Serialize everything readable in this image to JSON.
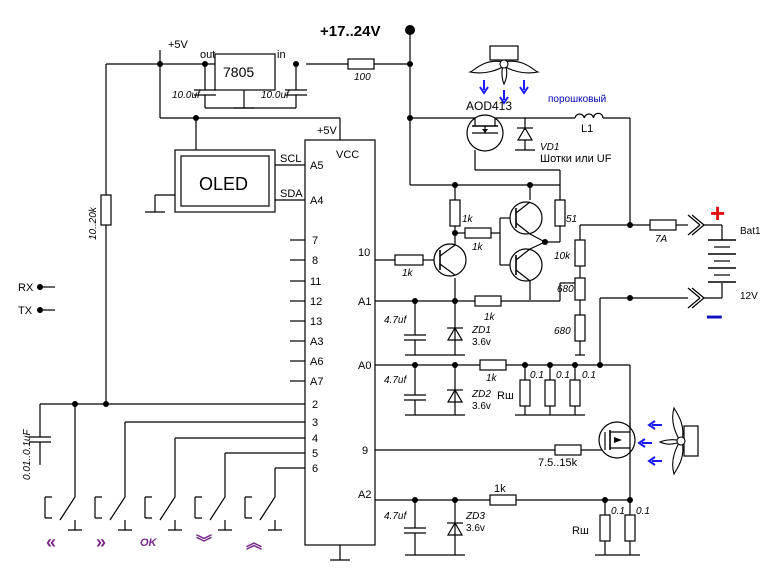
{
  "labels": {
    "supply": "+17..24V",
    "plus5_top": "+5V",
    "plus5_mcu": "+5V",
    "out": "out",
    "in": "in",
    "reg": "7805",
    "c_out": "10.0uf",
    "c_in": "10.0uf",
    "r_in": "100",
    "oled": "OLED",
    "scl": "SCL",
    "sda": "SDA",
    "vcc": "VCC",
    "pin_a5": "A5",
    "pin_a4": "A4",
    "pin_7": "7",
    "pin_8": "8",
    "pin_11": "11",
    "pin_12": "12",
    "pin_13": "13",
    "pin_a3": "A3",
    "pin_a6": "A6",
    "pin_a7": "A7",
    "pin_2": "2",
    "pin_3": "3",
    "pin_4": "4",
    "pin_5": "5",
    "pin_6": "6",
    "pin_10": "10",
    "pin_a1": "A1",
    "pin_a0": "A0",
    "pin_9": "9",
    "pin_a2": "A2",
    "r_pullup": "10..20k",
    "c_bypass": "0.01..0.1uF",
    "rx": "RX",
    "tx": "TX",
    "mosfet_top": "AOD413",
    "vd1": "VD1",
    "vd1_note": "Шотки или UF",
    "l1_note": "порошковый",
    "l1": "L1",
    "r_1k_a": "1k",
    "r_1k_b": "1k",
    "r_1k_c": "1k",
    "r_51": "51",
    "r_10k": "10k",
    "r_680a": "680",
    "r_680b": "680",
    "fuse": "7A",
    "bat": "Bat1",
    "bat_v": "12V",
    "plus_sign": "+",
    "minus_sign": "–",
    "c1": "4.7uf",
    "zd1": "ZD1",
    "zd1_v": "3.6v",
    "r_1k_a1": "1k",
    "c2": "4.7uf",
    "zd2": "ZD2",
    "zd2_v": "3.6v",
    "r_1k_a0": "1k",
    "rsh1": "Rш",
    "r01a": "0.1",
    "r01b": "0.1",
    "r01c": "0.1",
    "r_gate": "7.5..15k",
    "c3": "4.7uf",
    "zd3": "ZD3",
    "zd3_v": "3.6v",
    "r_1k_a2": "1k",
    "rsh2": "Rш",
    "r01d": "0.1",
    "r01e": "0.1"
  },
  "buttons": [
    {
      "label": "«",
      "color": "#7a2a8a"
    },
    {
      "label": "»",
      "color": "#7a2a8a"
    },
    {
      "label": "OK",
      "color": "#7a2a8a"
    },
    {
      "label": "︾",
      "color": "#7a2a8a"
    },
    {
      "label": "︽",
      "color": "#7a2a8a"
    }
  ],
  "colors": {
    "plus": "#e01010",
    "minus": "#1010c0",
    "arrow": "#1a1aff",
    "note": "#0000b4"
  }
}
